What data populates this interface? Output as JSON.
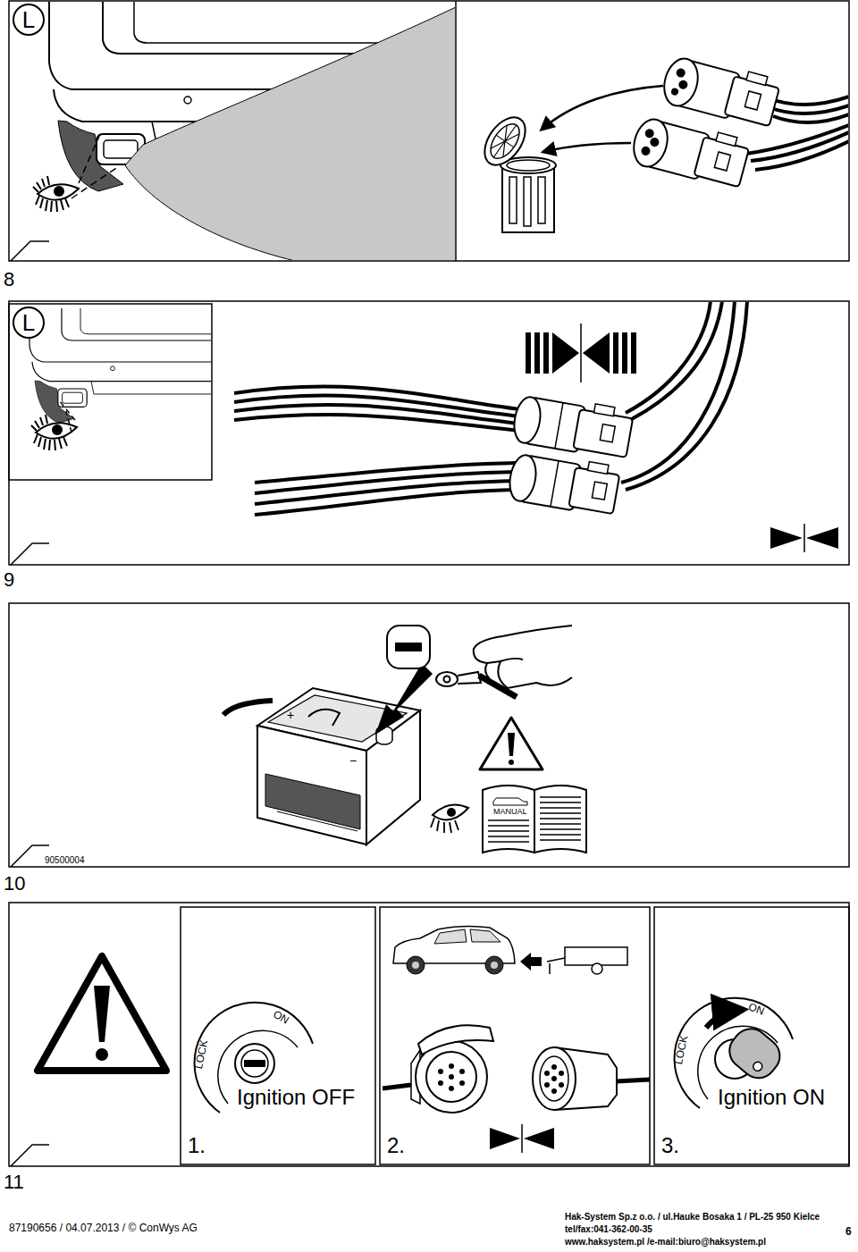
{
  "diagram": {
    "nodes": [
      {
        "text": [
          "L"
        ]
      },
      {
        "text": [
          "L"
        ]
      }
    ],
    "labels": [
      "8",
      "9",
      "+",
      "−",
      "MANUAL",
      "90500004",
      "10",
      "LOCK",
      "ON",
      "Ignition OFF",
      "1.",
      "2.",
      "3.",
      "LOCK",
      "ON",
      "Ignition ON",
      "11",
      "87190656 / 04.07.2013 / © ConWys AG",
      "Hak-System Sp.z o.o. / ul.Hauke Bosaka 1 / PL-25 950 Kielce",
      "tel/fax:041-362-00-35",
      "www.haksystem.pl /e-mail:biuro@haksystem.pl",
      "6"
    ]
  }
}
